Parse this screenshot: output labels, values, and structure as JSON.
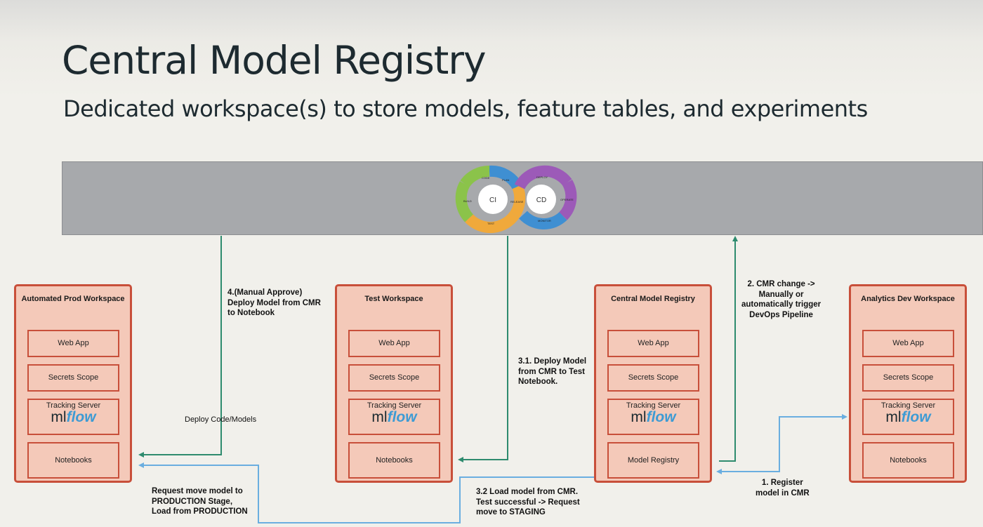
{
  "slide": {
    "title": "Central Model Registry",
    "subtitle": "Dedicated workspace(s) to store models, feature tables, and experiments"
  },
  "cicd": {
    "ci_label": "CI",
    "cd_label": "CD",
    "ci_segments": [
      "CODE",
      "PLAN",
      "RELEASE",
      "TEST",
      "BUILD"
    ],
    "cd_segments": [
      "DEPLOY",
      "OPERATE",
      "MONITOR"
    ],
    "colors": {
      "green": "#8bc34a",
      "blue": "#3f8fd2",
      "orange": "#f0a93b",
      "purple": "#9c5ab8"
    }
  },
  "workspaces": [
    {
      "title": "Automated Prod Workspace",
      "items": [
        "Web App",
        "Secrets Scope",
        "Tracking Server",
        "Notebooks"
      ]
    },
    {
      "title": "Test Workspace",
      "items": [
        "Web App",
        "Secrets Scope",
        "Tracking Server",
        "Notebooks"
      ]
    },
    {
      "title": "Central Model Registry",
      "items": [
        "Web App",
        "Secrets Scope",
        "Tracking Server",
        "Model Registry"
      ]
    },
    {
      "title": "Analytics Dev Workspace",
      "items": [
        "Web App",
        "Secrets Scope",
        "Tracking Server",
        "Notebooks"
      ]
    }
  ],
  "mlflow": {
    "prefix": "ml",
    "suffix": "flow"
  },
  "annotations": {
    "manual_approve": [
      "4.(Manual Approve)",
      "Deploy Model from CMR",
      "to Notebook"
    ],
    "deploy_code": "Deploy Code/Models",
    "deploy_test": [
      "3.1. Deploy Model",
      "from CMR to Test",
      "Notebook."
    ],
    "cmr_change": [
      "2. CMR change ->",
      "Manually or",
      "automatically trigger",
      "DevOps Pipeline"
    ],
    "register": [
      "1. Register",
      "model in CMR"
    ],
    "load_model": [
      "3.2 Load model from CMR.",
      "Test successful -> Request",
      "move to STAGING"
    ],
    "request_prod": [
      "Request move model to",
      "PRODUCTION Stage,",
      "Load from PRODUCTION"
    ]
  },
  "colors": {
    "green_arrow": "#2e8b6e",
    "blue_arrow": "#6aaee0",
    "box_border": "#c84f3a",
    "box_fill": "#f4c9b9",
    "band": "#a7a9ac"
  }
}
